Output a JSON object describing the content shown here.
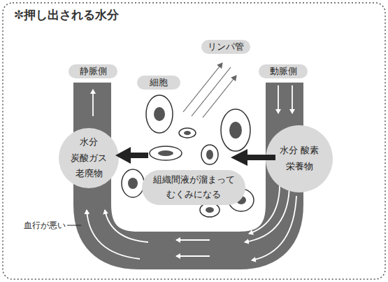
{
  "diagram": {
    "title": "✼押し出される水分",
    "nodes": [
      {
        "text": [
          "リンパ管"
        ]
      },
      {
        "text": [
          "静脈側"
        ]
      },
      {
        "text": [
          "細胞"
        ]
      },
      {
        "text": [
          "動脈側"
        ]
      },
      {
        "text": [
          "水分 炭酸ガス 老廃物"
        ]
      },
      {
        "text": [
          "水分 酸素 栄養物"
        ]
      },
      {
        "text": [
          "組織間液が溜まって むくみになる"
        ]
      }
    ],
    "labels": [
      "血行が悪い"
    ]
  }
}
